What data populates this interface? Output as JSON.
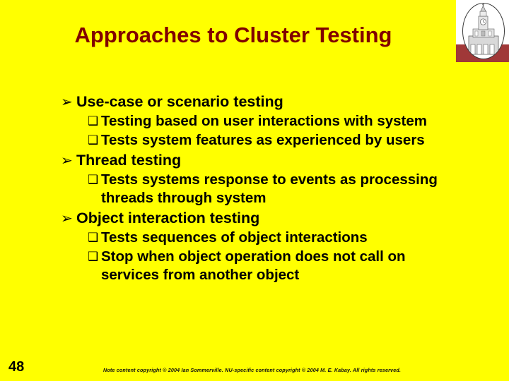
{
  "slide": {
    "background_color": "#FFFF00",
    "title": "Approaches to Cluster Testing",
    "title_color": "#800000",
    "page_number": "48",
    "footer_note": "Note content copyright © 2004 Ian Sommerville. NU-specific content copyright © 2004 M. E. Kabay. All rights reserved."
  },
  "logo": {
    "name": "university-seal-logo",
    "banner_color": "#A03838",
    "panel_color": "#FFFFFF",
    "description": "clock tower building in oval"
  },
  "bullets": {
    "level1_marker": "➢",
    "level2_marker": "❑",
    "items": [
      {
        "level": 1,
        "text": "Use-case or scenario testing"
      },
      {
        "level": 2,
        "text": "Testing based on user interactions with system"
      },
      {
        "level": 2,
        "text": "Tests system features as experienced by users"
      },
      {
        "level": 1,
        "text": "Thread testing"
      },
      {
        "level": 2,
        "text": "Tests systems response to events as processing threads through system"
      },
      {
        "level": 1,
        "text": "Object interaction testing"
      },
      {
        "level": 2,
        "text": "Tests sequences of object interactions"
      },
      {
        "level": 2,
        "text": "Stop when object operation does not call on services from another object"
      }
    ]
  }
}
